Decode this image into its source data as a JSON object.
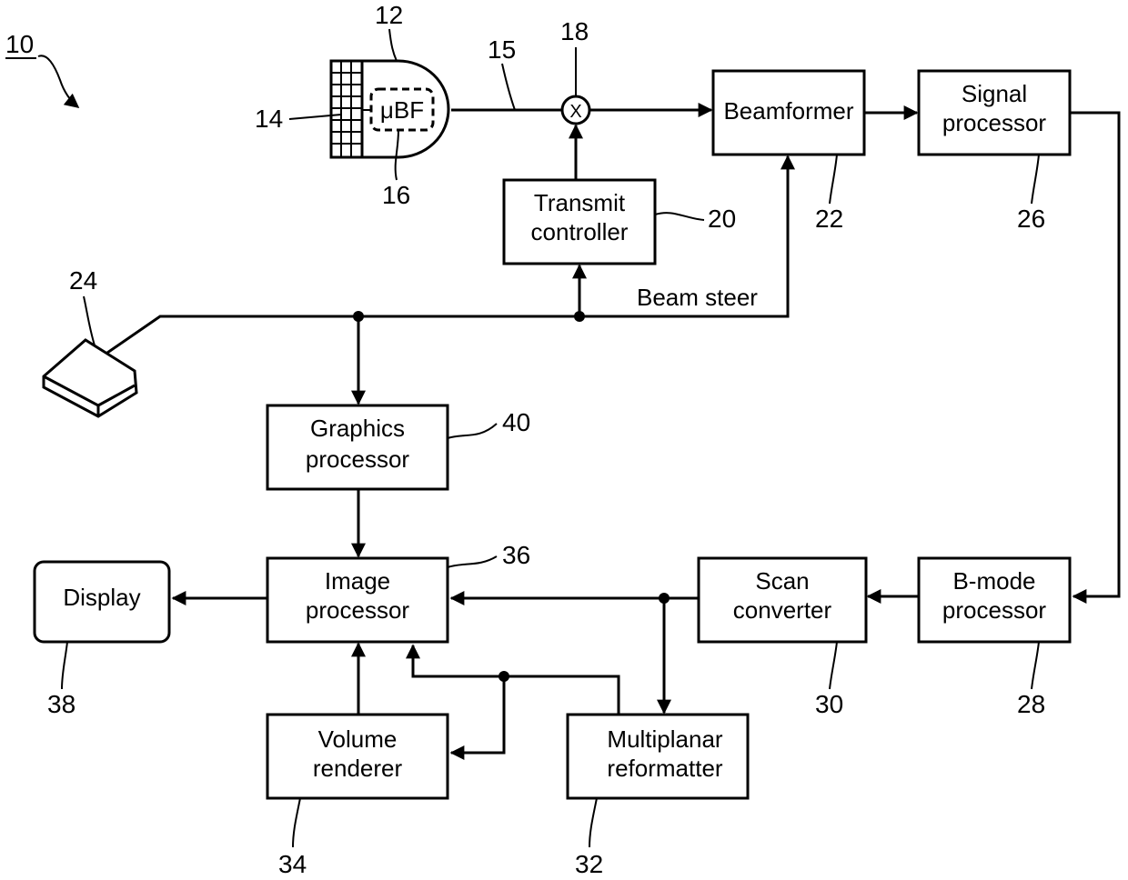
{
  "figure_number": "10",
  "blocks": {
    "beamformer": "Beamformer",
    "signal_processor": [
      "Signal",
      "processor"
    ],
    "transmit_controller": [
      "Transmit",
      "controller"
    ],
    "graphics_processor": [
      "Graphics",
      "processor"
    ],
    "image_processor": [
      "Image",
      "processor"
    ],
    "display": "Display",
    "scan_converter": [
      "Scan",
      "converter"
    ],
    "bmode_processor": [
      "B-mode",
      "processor"
    ],
    "volume_renderer": [
      "Volume",
      "renderer"
    ],
    "multiplanar_reformatter": [
      "Multiplanar",
      "reformatter"
    ],
    "micro_beamformer": "μBF",
    "switch": "X"
  },
  "annotations": {
    "beam_steer": "Beam steer"
  },
  "refs": {
    "probe": "12",
    "array": "14",
    "cable": "15",
    "mubf": "16",
    "switch": "18",
    "transmit_controller": "20",
    "beamformer": "22",
    "user_interface": "24",
    "signal_processor": "26",
    "bmode_processor": "28",
    "scan_converter": "30",
    "multiplanar_reformatter": "32",
    "volume_renderer": "34",
    "image_processor": "36",
    "display": "38",
    "graphics_processor": "40"
  }
}
